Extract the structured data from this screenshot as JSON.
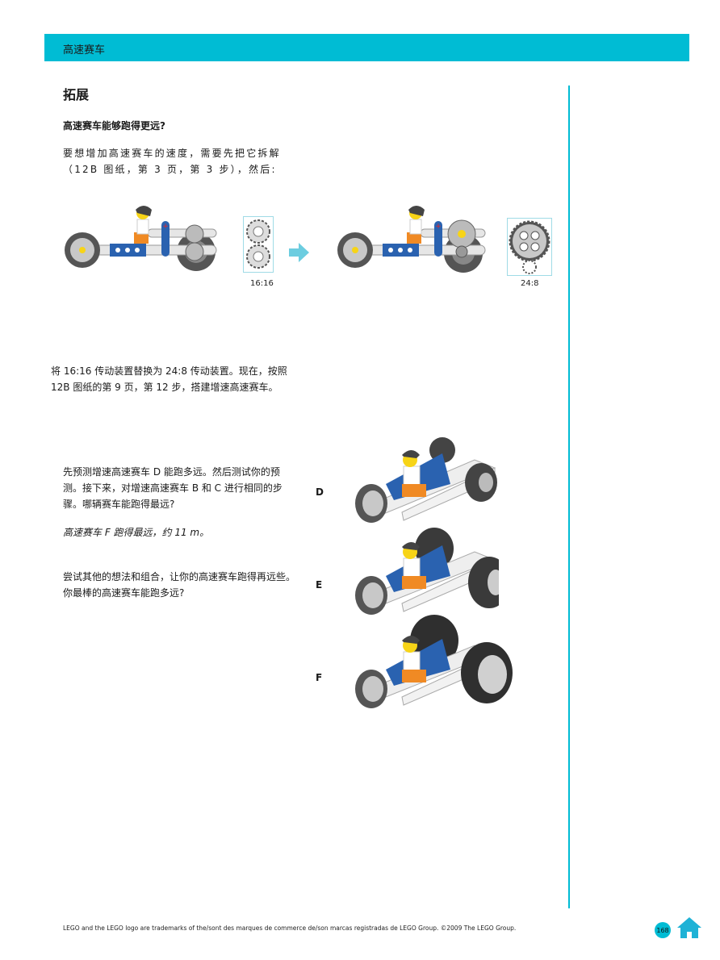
{
  "header": {
    "title": "高速赛车",
    "bar_color": "#00bcd4"
  },
  "section": {
    "title": "拓展",
    "question": "高速赛车能够跑得更远?",
    "intro": "要想增加高速赛车的速度，需要先把它拆解（12B 图纸，第 3 页，第 3 步），然后:"
  },
  "gear_figure": {
    "before_ratio": "16:16",
    "after_ratio": "24:8",
    "arrow": "arrow-right-icon"
  },
  "instructions": {
    "replace": "将 16:16 传动装置替换为 24:8 传动装置。现在，按照 12B 图纸的第 9 页，第 12 步，搭建增速高速赛车。",
    "predict": "先预测增速高速赛车 D 能跑多远。然后测试你的预测。接下来，对增速高速赛车 B 和 C 进行相同的步骤。哪辆赛车能跑得最远?",
    "answer": "高速赛车 F 跑得最远，约 11 m。",
    "try": "尝试其他的想法和组合，让你的高速赛车跑得再远些。你最棒的高速赛车能跑多远?"
  },
  "cars": [
    {
      "label": "D",
      "wheel": "small"
    },
    {
      "label": "E",
      "wheel": "medium"
    },
    {
      "label": "F",
      "wheel": "large"
    }
  ],
  "footer": {
    "legal": "LEGO and the LEGO logo are trademarks of the/sont des marques de commerce de/son marcas registradas de LEGO Group. ©2009 The LEGO Group.",
    "page_number": "168",
    "home_icon": "home-icon"
  }
}
